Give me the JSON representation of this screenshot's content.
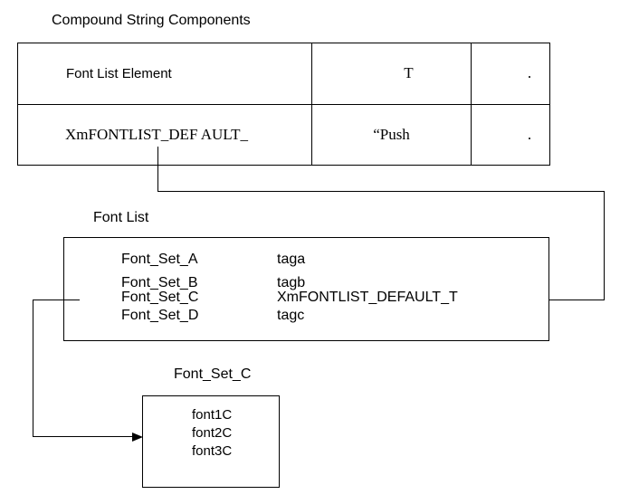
{
  "title": "Compound String Components",
  "table": {
    "rows": [
      {
        "component": "Font List Element",
        "tag": "T",
        "extra": "."
      },
      {
        "component": "XmFONTLIST_DEF AULT_",
        "tag": "“Push",
        "extra": "."
      }
    ]
  },
  "font_list": {
    "label": "Font List",
    "entries": [
      {
        "name": "Font_Set_A",
        "tag": "taga"
      },
      {
        "name": "Font_Set_B",
        "tag": "tagb"
      },
      {
        "name": "Font_Set_C",
        "tag": "XmFONTLIST_DEFAULT_T"
      },
      {
        "name": "Font_Set_D",
        "tag": "tagc"
      }
    ]
  },
  "font_set_c": {
    "label": "Font_Set_C",
    "fonts": [
      "font1C",
      "font2C",
      "font3C"
    ]
  },
  "colors": {
    "line": "#000000",
    "background": "#ffffff",
    "text": "#000000"
  }
}
